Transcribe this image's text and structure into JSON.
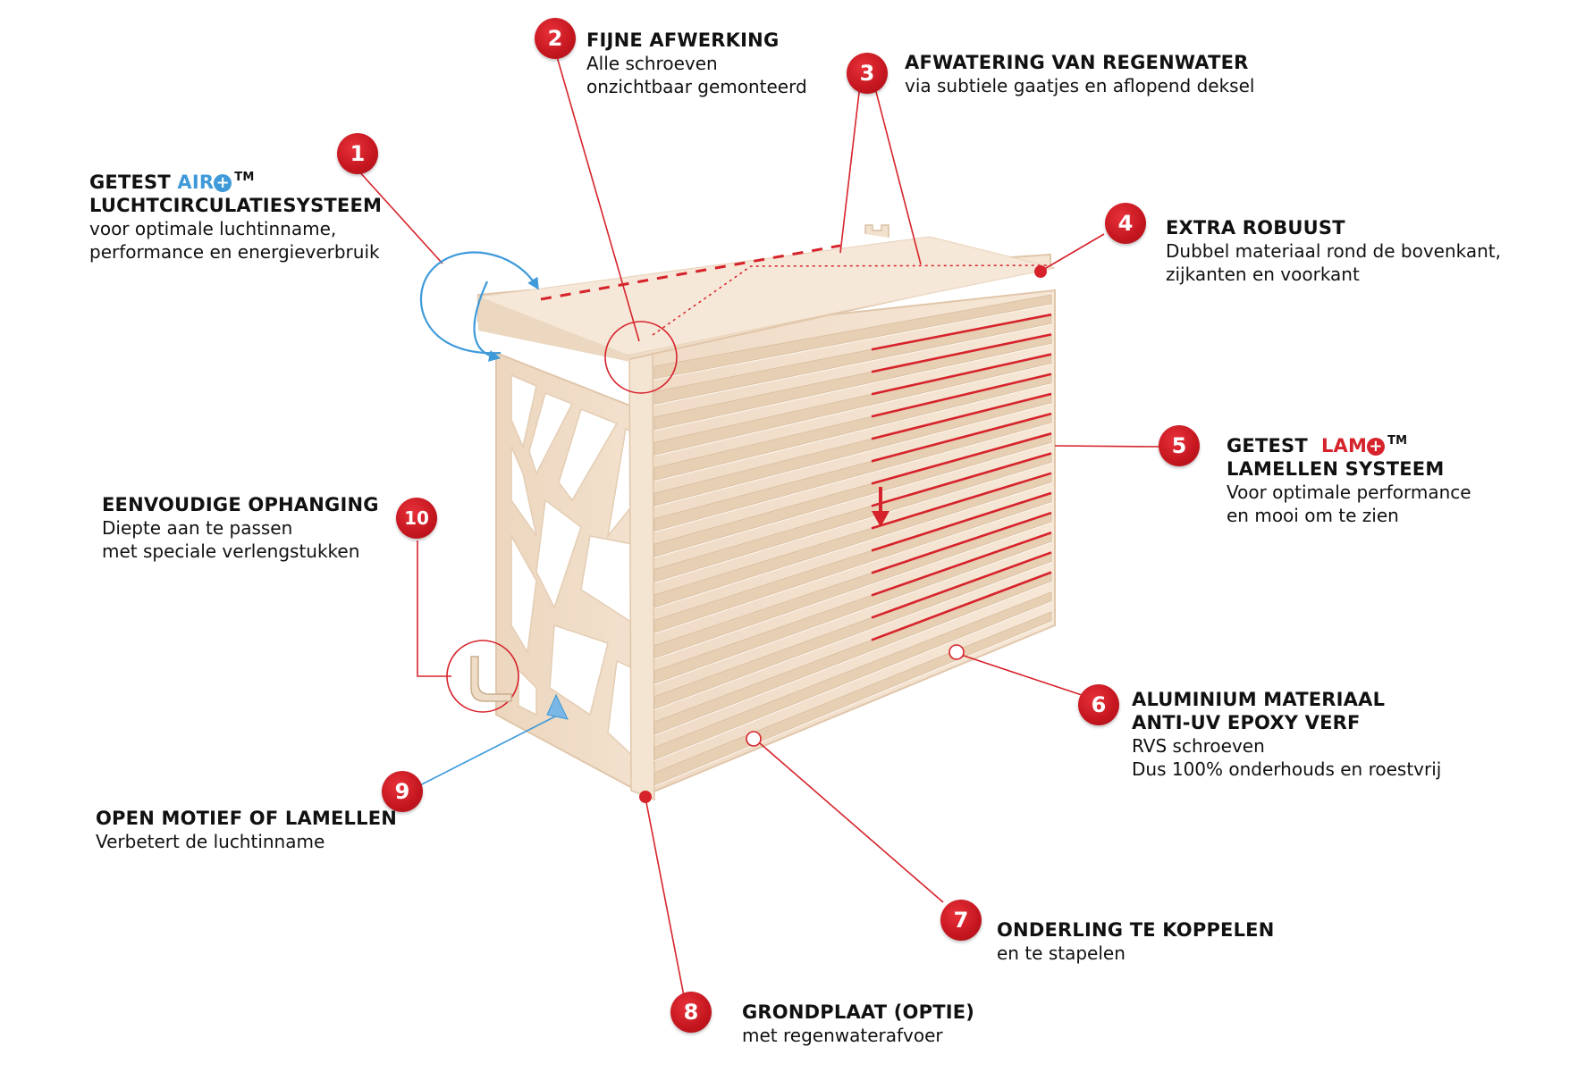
{
  "colors": {
    "accent_red": "#d6232b",
    "accent_blue": "#3e9ad9",
    "panel_beige": "#f3e2cf"
  },
  "callouts": [
    {
      "number": "1",
      "title_prefix": "GETEST",
      "brand": "AIR",
      "trademark": "TM",
      "title_line2": "LUCHTCIRCULATIESYSTEEM",
      "desc_lines": [
        "voor optimale luchtinname,",
        "performance en energieverbruik"
      ]
    },
    {
      "number": "2",
      "title": "FIJNE AFWERKING",
      "desc_lines": [
        "Alle schroeven",
        "onzichtbaar gemonteerd"
      ]
    },
    {
      "number": "3",
      "title": "AFWATERING VAN REGENWATER",
      "desc_lines": [
        "via subtiele gaatjes en aflopend deksel"
      ]
    },
    {
      "number": "4",
      "title": "EXTRA ROBUUST",
      "desc_lines": [
        "Dubbel materiaal rond de bovenkant,",
        "zijkanten en voorkant"
      ]
    },
    {
      "number": "5",
      "title_prefix": "GETEST",
      "brand": "LAM",
      "trademark": "TM",
      "title_line2": "LAMELLEN SYSTEEM",
      "desc_lines": [
        "Voor optimale performance",
        "en mooi om te zien"
      ]
    },
    {
      "number": "6",
      "title_lines": [
        "ALUMINIUM MATERIAAL",
        "ANTI-UV EPOXY VERF"
      ],
      "desc_lines": [
        "RVS schroeven",
        "Dus 100% onderhouds en roestvrij"
      ]
    },
    {
      "number": "7",
      "title": "ONDERLING TE KOPPELEN",
      "desc_lines": [
        "en te stapelen"
      ]
    },
    {
      "number": "8",
      "title": "GRONDPLAAT (OPTIE)",
      "desc_lines": [
        "met regenwaterafvoer"
      ]
    },
    {
      "number": "9",
      "title": "OPEN MOTIEF OF LAMELLEN",
      "desc_lines": [
        "Verbetert de luchtinname"
      ]
    },
    {
      "number": "10",
      "title": "EENVOUDIGE OPHANGING",
      "desc_lines": [
        "Diepte aan te passen",
        "met speciale verlengstukken"
      ]
    }
  ]
}
